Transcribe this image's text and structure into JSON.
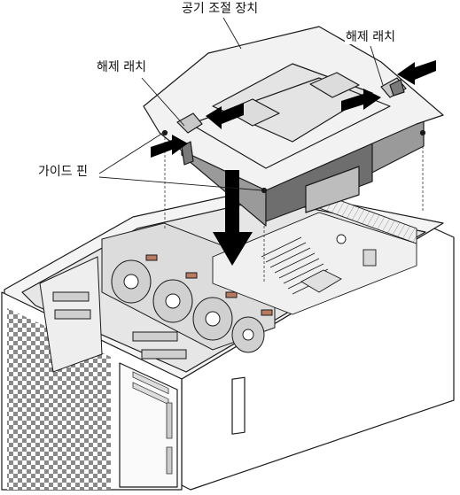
{
  "labels": {
    "air_baffle": "공기 조절 장치",
    "release_latch_left": "해제 래치",
    "release_latch_right": "해제 래치",
    "guide_pin": "가이드 핀"
  },
  "icons": {
    "push_arrow": "arrow-icon",
    "lower_arrow": "down-arrow-icon"
  },
  "colors": {
    "line": "#1a1a1a",
    "arrow": "#000000",
    "light_fill": "#f2f2f2",
    "mid_fill": "#c8c8c8",
    "dark_fill": "#7a7a7a",
    "fan_fill": "#d6d6d6"
  }
}
